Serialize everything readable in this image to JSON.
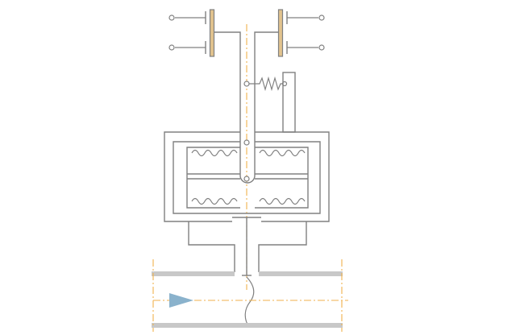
{
  "diagram": {
    "kind": "differential-pressure switch schematic",
    "labels": [],
    "colors": {
      "line": "#808080",
      "contact_plate": "#e2c38e",
      "centerline": "#f0b24d",
      "pipe_wall": "#c8c8c8",
      "flow_arrow": "#8ab2cc"
    },
    "components": {
      "contacts": [
        "upper-left",
        "lower-left",
        "upper-right",
        "lower-right"
      ],
      "spring": "spring-icon",
      "bellows": [
        "upper-left",
        "upper-right",
        "lower-left",
        "lower-right"
      ],
      "flow_direction": "right"
    }
  }
}
